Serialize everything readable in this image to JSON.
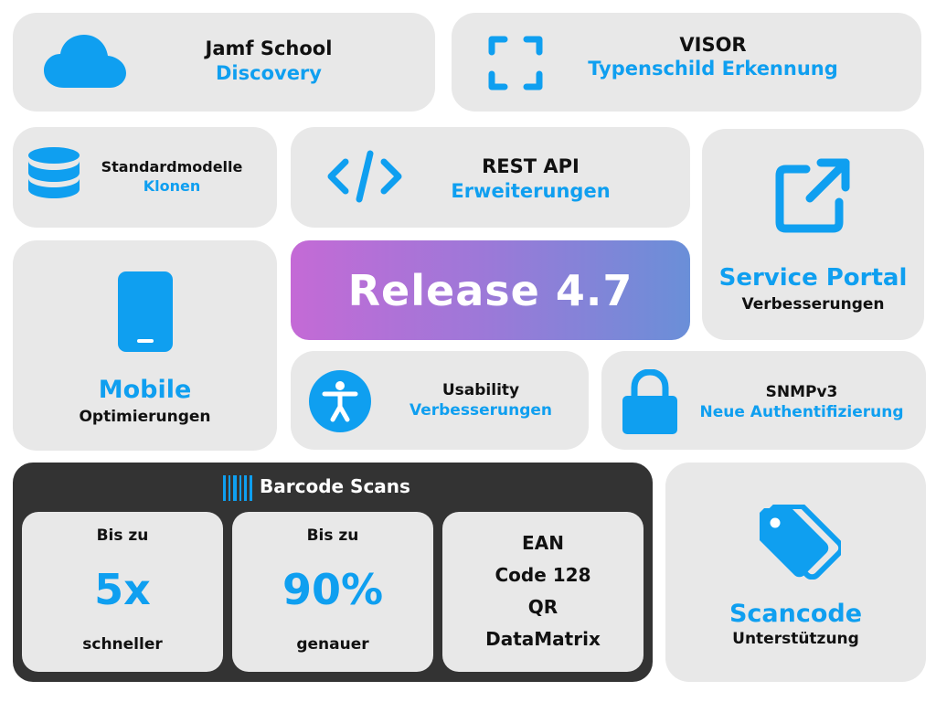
{
  "jamf": {
    "title": "Jamf School",
    "subtitle": "Discovery",
    "icon": "cloud-icon"
  },
  "visor": {
    "title": "VISOR",
    "subtitle": "Typenschild Erkennung",
    "icon": "scan-frame-icon"
  },
  "standardmodelle": {
    "title": "Standardmodelle",
    "subtitle": "Klonen",
    "icon": "database-icon"
  },
  "restapi": {
    "title": "REST API",
    "subtitle": "Erweiterungen",
    "icon": "code-icon"
  },
  "serviceportal": {
    "title": "Service Portal",
    "subtitle": "Verbesserungen",
    "icon": "external-link-icon"
  },
  "release": {
    "title": "Release 4.7"
  },
  "mobile": {
    "title": "Mobile",
    "subtitle": "Optimierungen",
    "icon": "smartphone-icon"
  },
  "usability": {
    "title": "Usability",
    "subtitle": "Verbesserungen",
    "icon": "accessibility-icon"
  },
  "snmp": {
    "title": "SNMPv3",
    "subtitle": "Neue Authentifizierung",
    "icon": "lock-icon"
  },
  "barcode": {
    "title": "Barcode Scans",
    "icon": "barcode-icon",
    "stats": [
      {
        "top": "Bis zu",
        "value": "5x",
        "bottom": "schneller"
      },
      {
        "top": "Bis zu",
        "value": "90%",
        "bottom": "genauer"
      }
    ],
    "formats": [
      "EAN",
      "Code 128",
      "QR",
      "DataMatrix"
    ]
  },
  "scancode": {
    "title": "Scancode",
    "subtitle": "Unterstützung",
    "icon": "tags-icon"
  },
  "colors": {
    "accent": "#0f9ff0",
    "card": "#e8e8e8",
    "panel": "#333333"
  }
}
